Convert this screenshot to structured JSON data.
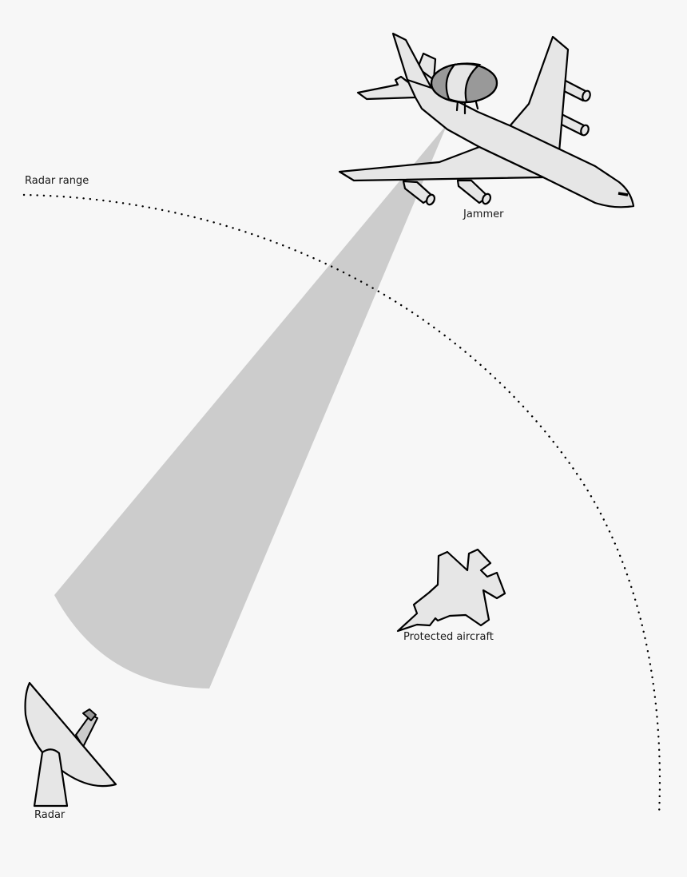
{
  "diagram": {
    "background_color": "#f7f7f7",
    "beam_color": "#cccccc",
    "aircraft_fill": "#e6e6e6",
    "rotodome_color": "#999999",
    "labels": {
      "radar_range": "Radar range",
      "jammer": "Jammer",
      "protected_aircraft": "Protected aircraft",
      "radar": "Radar"
    },
    "elements": [
      {
        "id": "jammer",
        "type": "AWACS-style aircraft",
        "label": "Jammer"
      },
      {
        "id": "protected-aircraft",
        "type": "fighter jet silhouette",
        "label": "Protected aircraft"
      },
      {
        "id": "radar",
        "type": "radar dish antenna",
        "label": "Radar"
      },
      {
        "id": "radar-range",
        "type": "dotted arc boundary",
        "label": "Radar range"
      },
      {
        "id": "jamming-beam",
        "type": "grey cone from jammer toward radar"
      }
    ]
  }
}
